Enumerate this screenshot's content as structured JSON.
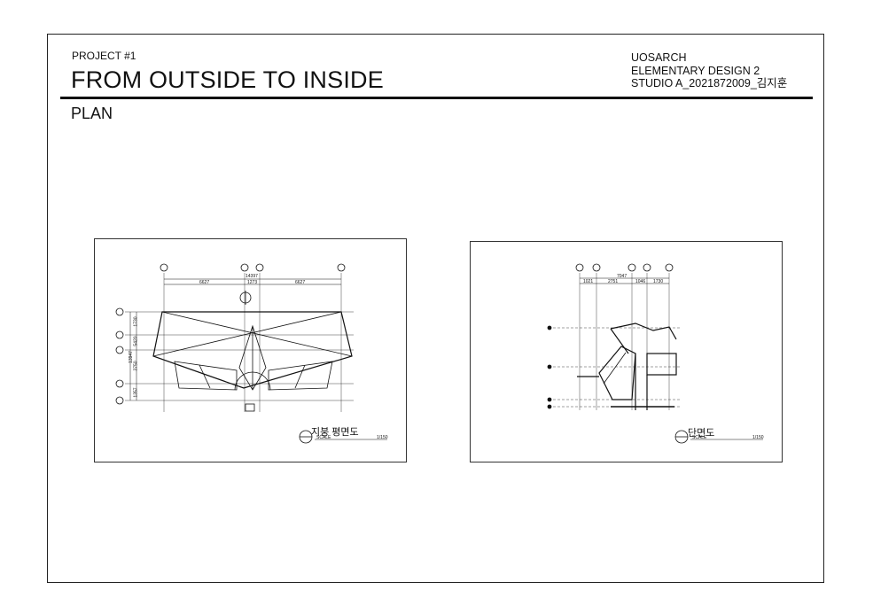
{
  "header": {
    "project_label": "PROJECT #1",
    "project_title": "FROM OUTSIDE TO INSIDE",
    "section_title": "PLAN",
    "meta": {
      "line1": "UOSARCH",
      "line2": "ELEMENTARY DESIGN 2",
      "line3": "STUDIO A_2021872009_김지훈"
    }
  },
  "drawings": [
    {
      "title": "지붕 평면도",
      "scale_label": "SCALE",
      "scale_value": "1/150",
      "dims_top": [
        "14397",
        "6627",
        "1273",
        "6627"
      ],
      "dims_side": [
        "1730",
        "5420",
        "3750",
        "1357",
        "13947"
      ]
    },
    {
      "title": "단면도",
      "scale_label": "SCALE",
      "scale_value": "1/150",
      "dims_top": [
        "7047",
        "1021",
        "2751",
        "1046",
        "1730"
      ]
    }
  ]
}
